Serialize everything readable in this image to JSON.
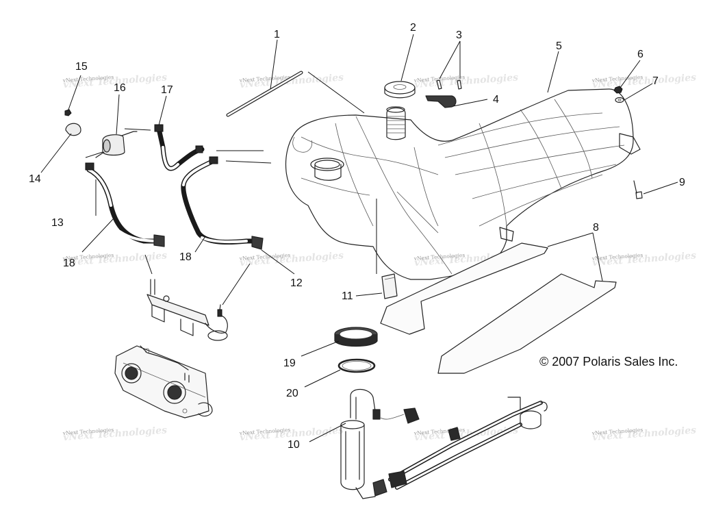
{
  "copyright": "© 2007 Polaris Sales Inc.",
  "watermark": "vNext Technologies",
  "callouts": [
    {
      "id": "1",
      "label": "1"
    },
    {
      "id": "2",
      "label": "2"
    },
    {
      "id": "3",
      "label": "3"
    },
    {
      "id": "4",
      "label": "4"
    },
    {
      "id": "5",
      "label": "5"
    },
    {
      "id": "6",
      "label": "6"
    },
    {
      "id": "7",
      "label": "7"
    },
    {
      "id": "8",
      "label": "8"
    },
    {
      "id": "9",
      "label": "9"
    },
    {
      "id": "10",
      "label": "10"
    },
    {
      "id": "11",
      "label": "11"
    },
    {
      "id": "12",
      "label": "12"
    },
    {
      "id": "13",
      "label": "13"
    },
    {
      "id": "14",
      "label": "14"
    },
    {
      "id": "15",
      "label": "15"
    },
    {
      "id": "16",
      "label": "16"
    },
    {
      "id": "17",
      "label": "17"
    },
    {
      "id": "18a",
      "label": "18"
    },
    {
      "id": "18b",
      "label": "18"
    },
    {
      "id": "19",
      "label": "19"
    },
    {
      "id": "20",
      "label": "20"
    }
  ]
}
